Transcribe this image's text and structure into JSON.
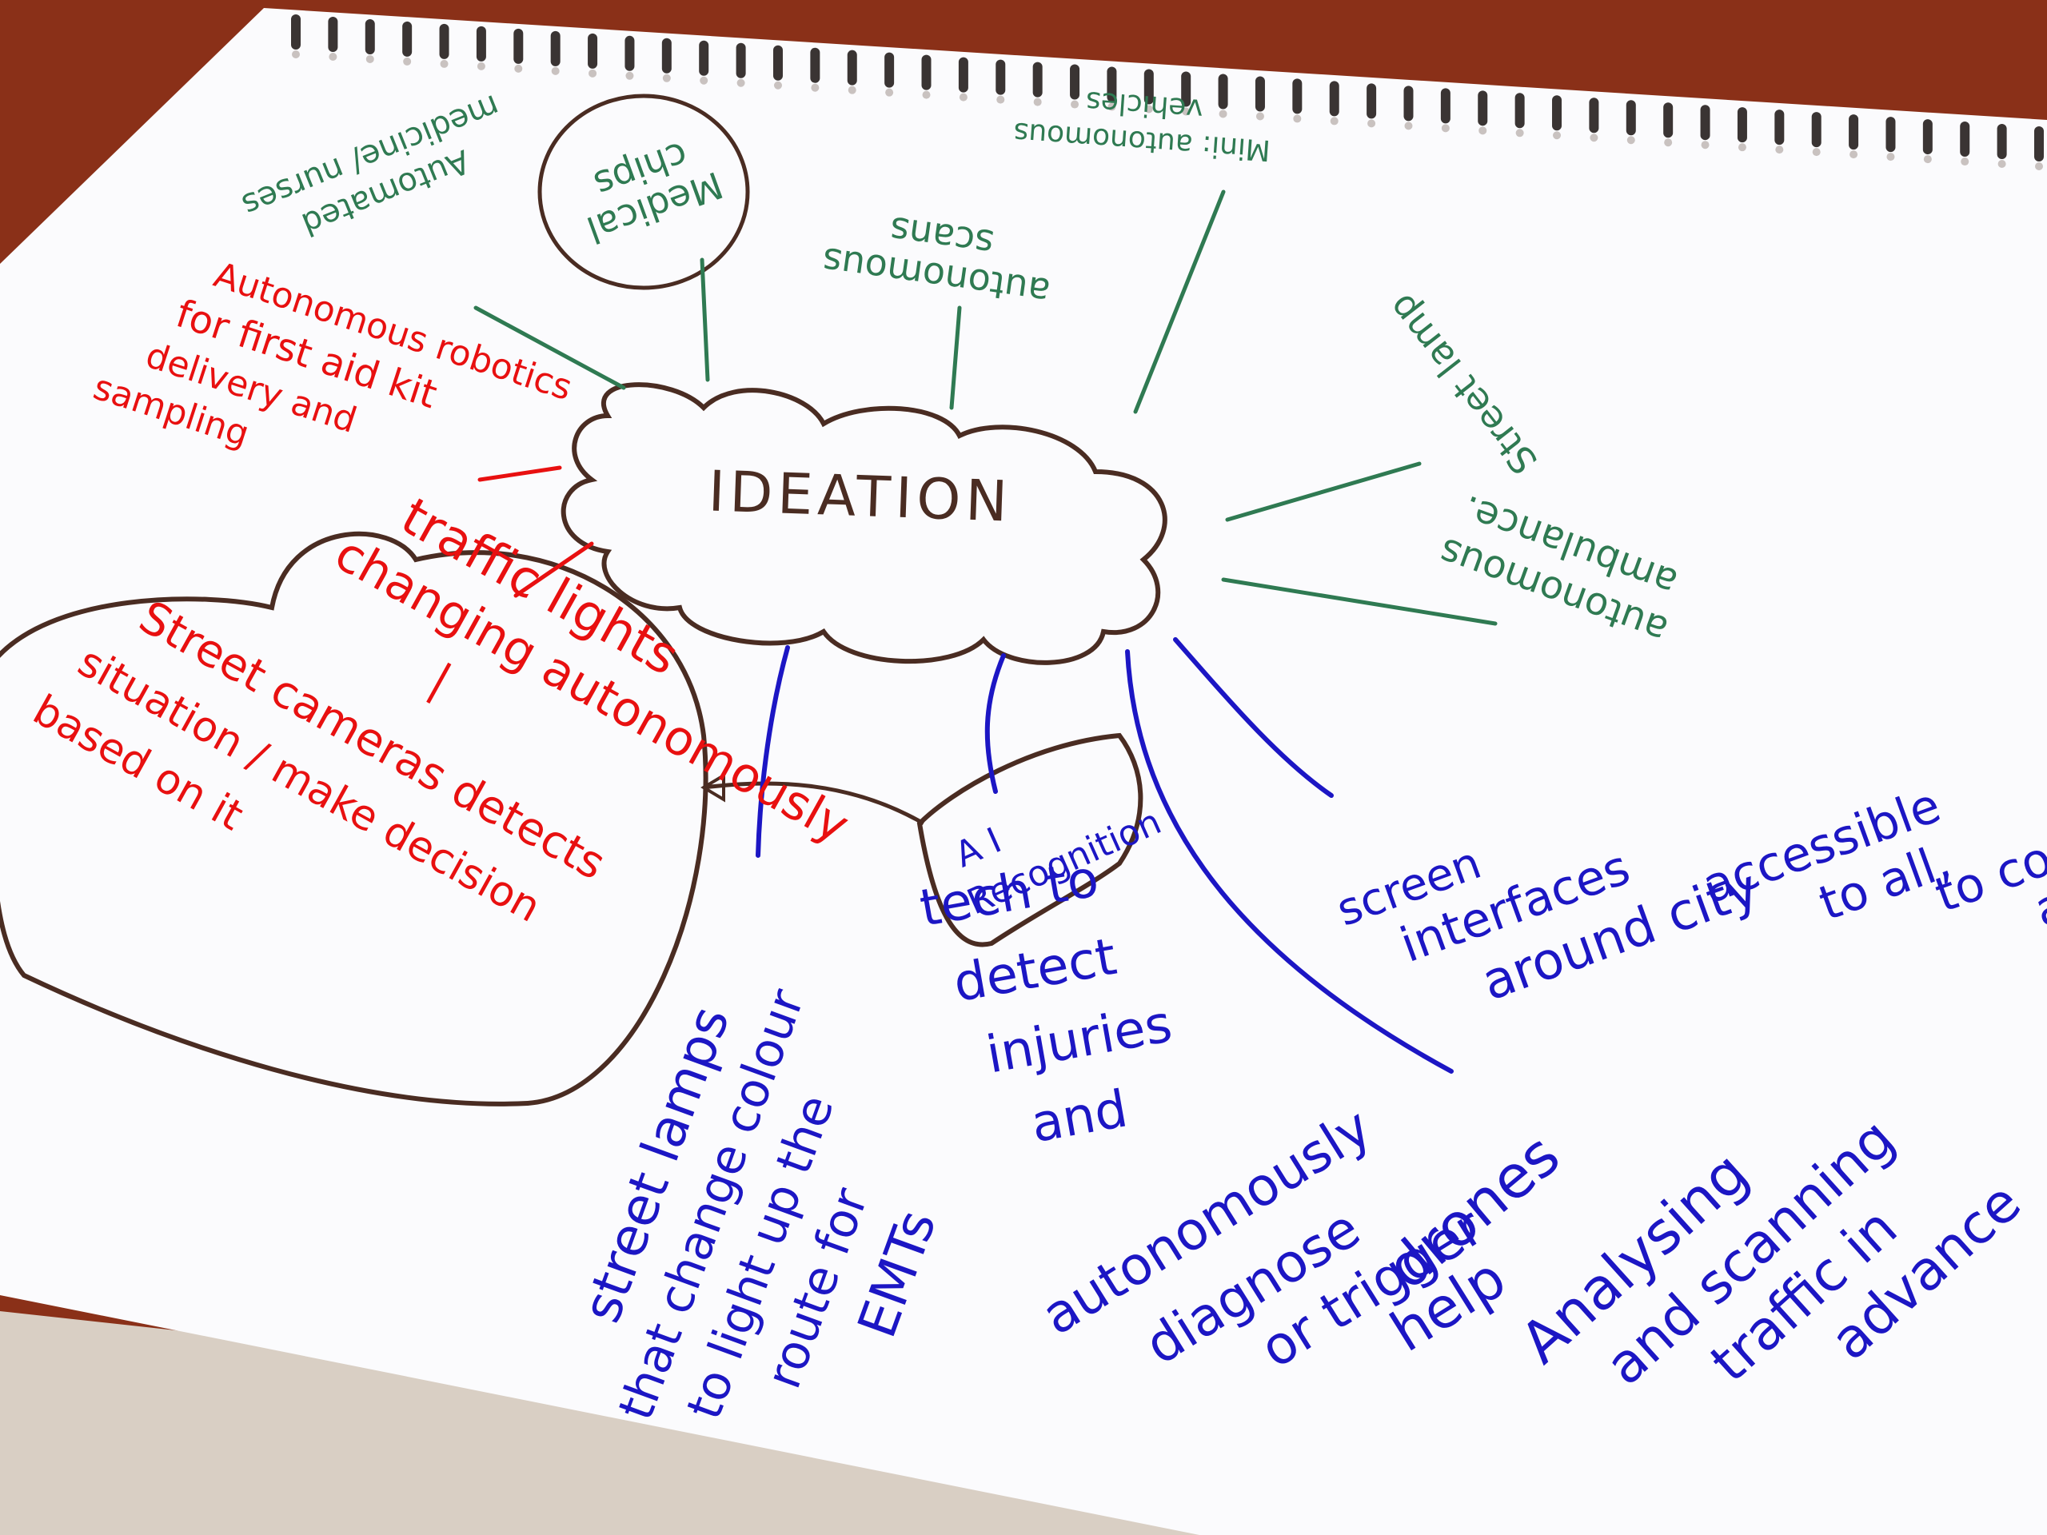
{
  "colors": {
    "table": "#8a3018",
    "paper": "#fbfbfd",
    "red_ink": "#e81010",
    "blue_ink": "#1c16c4",
    "green_ink": "#2f7a52",
    "brown_ink": "#4a2c22"
  },
  "center": {
    "label": "IDEATION"
  },
  "green_ideas": {
    "automated_medicine": [
      "Automated",
      "medicine/ nurses"
    ],
    "medical_chips": [
      "Medical",
      "chips"
    ],
    "autonomous_scans": [
      "autonomous",
      "scans"
    ],
    "mini_vehicles": [
      "Mini: autonomous",
      "vehicles"
    ],
    "street_lamp": [
      "Street lamp"
    ],
    "ambulance": [
      "autonomous",
      "ambulance."
    ]
  },
  "red_ideas": {
    "robotics": [
      "Autonomous robotics",
      "for first aid kit",
      "delivery and",
      "sampling"
    ],
    "traffic": [
      "traffic lights",
      "changing autonomously",
      "|"
    ],
    "cameras": [
      "Street cameras detects",
      "situation / make decision",
      "based on it"
    ]
  },
  "ai_box": [
    "A I",
    "Recognition"
  ],
  "blue_ideas": {
    "ai_tech": [
      "tech to",
      "detect",
      "injuries",
      "and",
      "autonomously",
      "diagnose",
      "or trigger",
      "help"
    ],
    "street_lamps": [
      "street lamps",
      "that change colour",
      "to light up the",
      "route for",
      "EMTs"
    ],
    "screens": [
      "screen",
      "interfaces",
      "around city",
      "accessible",
      "to all,",
      "to co",
      "am"
    ],
    "drones": [
      "drones",
      "Analysing",
      "and scanning",
      "traffic in",
      "advance"
    ]
  }
}
